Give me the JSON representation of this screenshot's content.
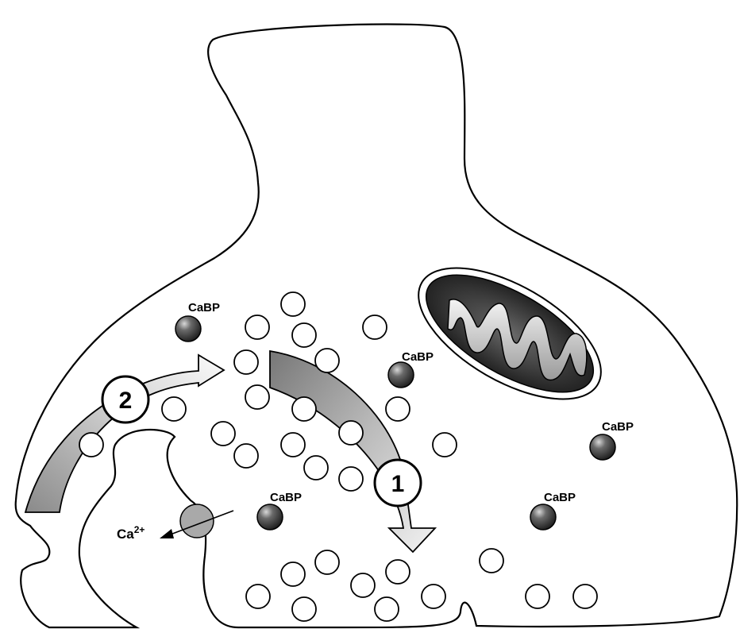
{
  "diagram": {
    "protein_label": "CaBP",
    "pathway_1_label": "1",
    "pathway_2_label": "2",
    "ion_label": "Ca",
    "ion_charge": "2+"
  }
}
